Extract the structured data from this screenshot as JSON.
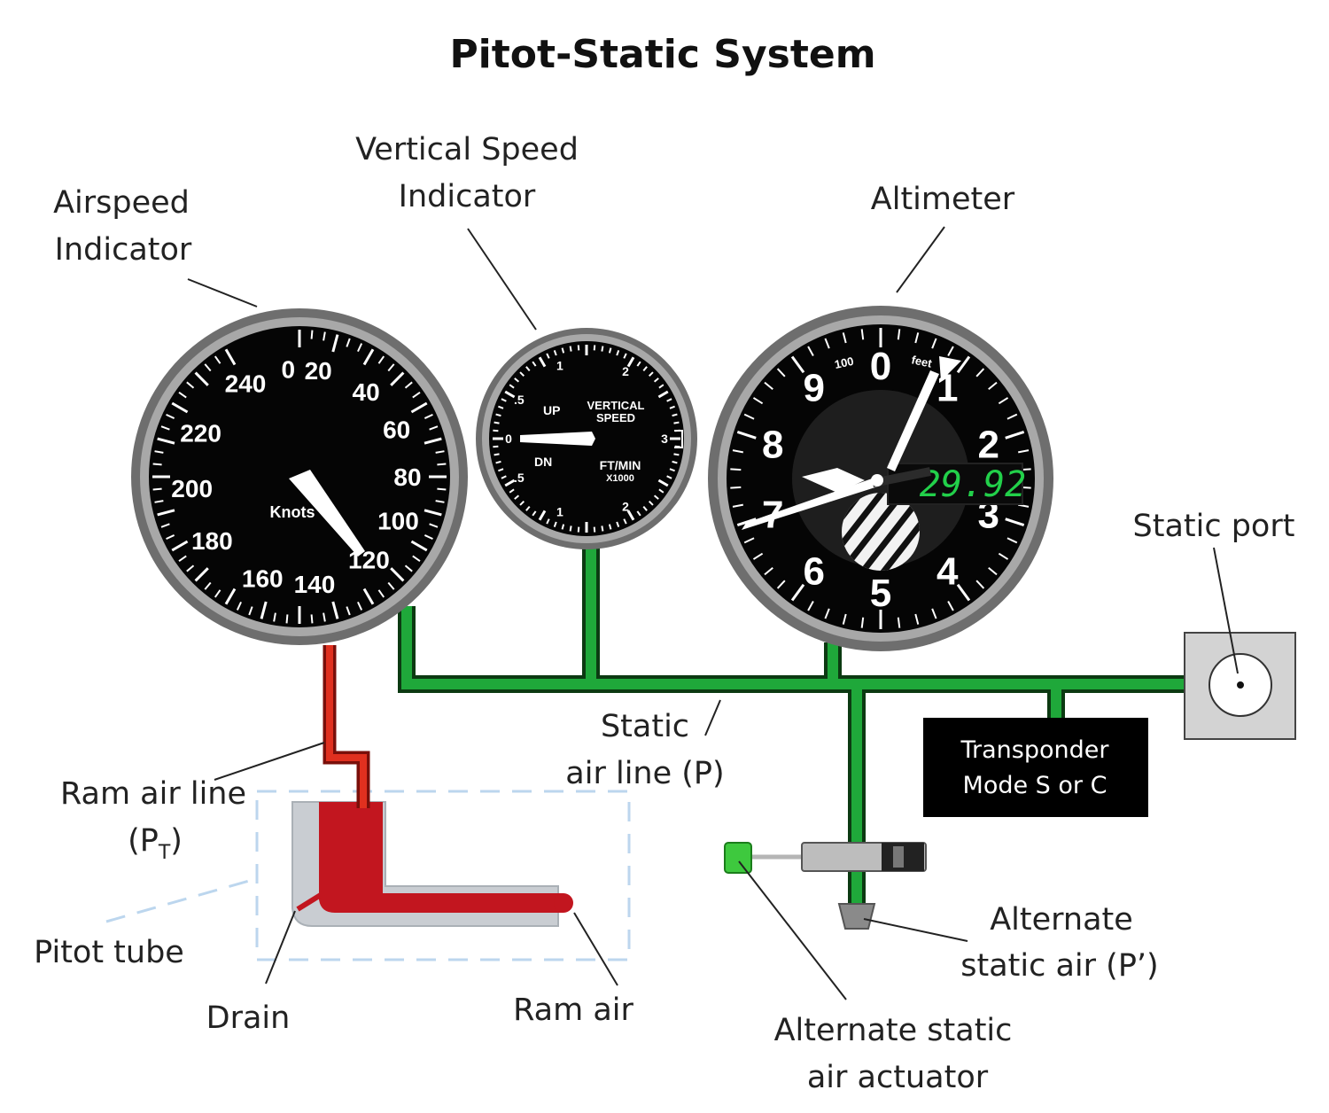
{
  "title": "Pitot-Static System",
  "labels": {
    "airspeed_l1": "Airspeed",
    "airspeed_l2": "Indicator",
    "vsi_l1": "Vertical Speed",
    "vsi_l2": "Indicator",
    "altimeter": "Altimeter",
    "static_port": "Static port",
    "static_line_l1": "Static",
    "static_line_l2": "air line (P)",
    "ram_line_l1": "Ram air line",
    "ram_line_l2_prefix": "(P",
    "ram_line_l2_sub": "T",
    "ram_line_l2_suffix": ")",
    "pitot_tube": "Pitot tube",
    "drain": "Drain",
    "ram_air": "Ram air",
    "alt_static_l1": "Alternate",
    "alt_static_l2": "static air (P’)",
    "alt_actuator_l1": "Alternate static",
    "alt_actuator_l2": "air actuator"
  },
  "transponder": {
    "line1": "Transponder",
    "line2": "Mode S or C"
  },
  "airspeed": {
    "numbers": [
      "0",
      "20",
      "40",
      "60",
      "80",
      "100",
      "120",
      "140",
      "160",
      "180",
      "200",
      "220",
      "240"
    ],
    "unit": "Knots"
  },
  "vsi": {
    "up": "UP",
    "dn": "DN",
    "title_l1": "VERTICAL",
    "title_l2": "SPEED",
    "unit_l1": "FT/MIN",
    "unit_l2": "X1000",
    "marks": [
      "0",
      ".5",
      "1",
      "2",
      "3",
      "2",
      "1",
      ".5"
    ]
  },
  "altimeter": {
    "numbers": [
      "0",
      "1",
      "2",
      "3",
      "4",
      "5",
      "6",
      "7",
      "8",
      "9"
    ],
    "setting": "29.92",
    "small_l": "100",
    "small_r": "feet"
  },
  "colors": {
    "static_line": "#1fa83a",
    "ram_line": "#d42a1f",
    "gauge_face": "#050505",
    "gauge_bezel": "#6e6e6e"
  }
}
